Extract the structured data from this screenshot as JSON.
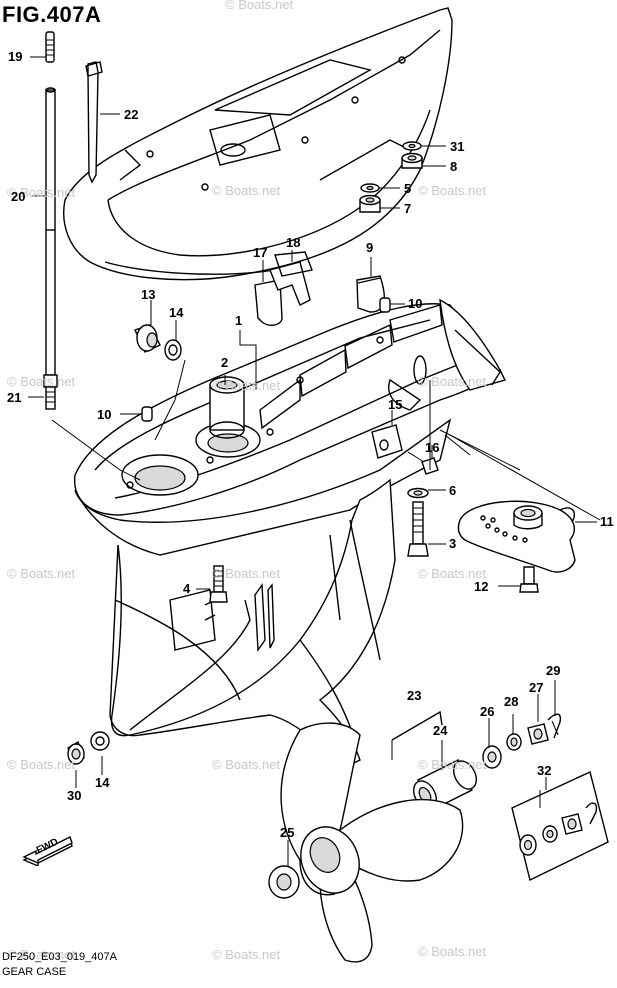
{
  "figure": {
    "title": "FIG.407A",
    "code": "DF250_E03_019_407A",
    "name": "GEAR CASE",
    "watermark": "© Boats.net",
    "fwd_label": "FWD"
  },
  "callouts": [
    {
      "id": "c19",
      "text": "19"
    },
    {
      "id": "c22",
      "text": "22"
    },
    {
      "id": "c20",
      "text": "20"
    },
    {
      "id": "c31",
      "text": "31"
    },
    {
      "id": "c8",
      "text": "8"
    },
    {
      "id": "c5",
      "text": "5"
    },
    {
      "id": "c7",
      "text": "7"
    },
    {
      "id": "c18",
      "text": "18"
    },
    {
      "id": "c17",
      "text": "17"
    },
    {
      "id": "c9",
      "text": "9"
    },
    {
      "id": "c13",
      "text": "13"
    },
    {
      "id": "c14a",
      "text": "14"
    },
    {
      "id": "c1",
      "text": "1"
    },
    {
      "id": "c10a",
      "text": "10"
    },
    {
      "id": "c2",
      "text": "2"
    },
    {
      "id": "c21",
      "text": "21"
    },
    {
      "id": "c10b",
      "text": "10"
    },
    {
      "id": "c15",
      "text": "15"
    },
    {
      "id": "c16",
      "text": "16"
    },
    {
      "id": "c6",
      "text": "6"
    },
    {
      "id": "c11",
      "text": "11"
    },
    {
      "id": "c3",
      "text": "3"
    },
    {
      "id": "c4",
      "text": "4"
    },
    {
      "id": "c12",
      "text": "12"
    },
    {
      "id": "c29",
      "text": "29"
    },
    {
      "id": "c23",
      "text": "23"
    },
    {
      "id": "c27",
      "text": "27"
    },
    {
      "id": "c28",
      "text": "28"
    },
    {
      "id": "c26",
      "text": "26"
    },
    {
      "id": "c24",
      "text": "24"
    },
    {
      "id": "c14b",
      "text": "14"
    },
    {
      "id": "c30",
      "text": "30"
    },
    {
      "id": "c32",
      "text": "32"
    },
    {
      "id": "c25",
      "text": "25"
    }
  ]
}
